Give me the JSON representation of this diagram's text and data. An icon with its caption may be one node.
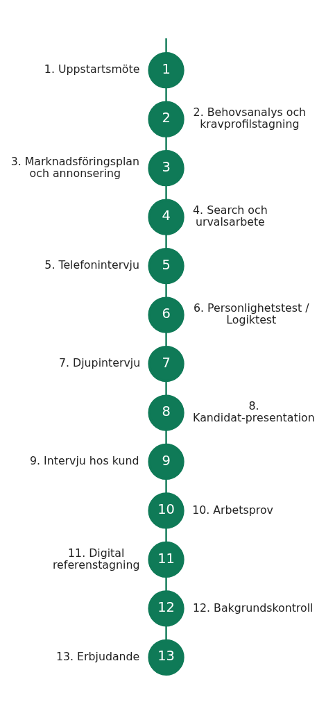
{
  "diagram": {
    "nodes": [
      {
        "text": [
          "1"
        ],
        "beside": [
          "1. Uppstartsmöte"
        ]
      },
      {
        "text": [
          "2"
        ],
        "beside": [
          "2. Behovsanalys och kravprofilstagning"
        ]
      },
      {
        "text": [
          "3"
        ],
        "beside": [
          "3. Marknadsföringsplan och annonsering"
        ]
      },
      {
        "text": [
          "4"
        ],
        "beside": [
          "4. Search och urvalsarbete"
        ]
      },
      {
        "text": [
          "5"
        ],
        "beside": [
          "5. Telefonintervju"
        ]
      },
      {
        "text": [
          "6"
        ],
        "beside": [
          "6. Personlighetstest / Logiktest"
        ]
      },
      {
        "text": [
          "7"
        ],
        "beside": [
          "7. Djupintervju"
        ]
      },
      {
        "text": [
          "8"
        ],
        "beside": [
          "8. Kandidat-presentation"
        ]
      },
      {
        "text": [
          "9"
        ],
        "beside": [
          "9. Intervju hos kund"
        ]
      },
      {
        "text": [
          "10"
        ],
        "beside": [
          "10. Arbetsprov"
        ]
      },
      {
        "text": [
          "11"
        ],
        "beside": [
          "11. Digital referenstagning"
        ]
      },
      {
        "text": [
          "12"
        ],
        "beside": [
          "12. Bakgrundskontroll"
        ]
      },
      {
        "text": [
          "13"
        ],
        "beside": [
          "13. Erbjudande"
        ]
      }
    ],
    "edges": [
      {
        "from": null,
        "to": 0,
        "arrow": "none"
      },
      {
        "from": 0,
        "to": 1,
        "arrow": "none"
      },
      {
        "from": 1,
        "to": 2,
        "arrow": "none"
      },
      {
        "from": 2,
        "to": 3,
        "arrow": "none"
      },
      {
        "from": 3,
        "to": 4,
        "arrow": "none"
      },
      {
        "from": 4,
        "to": 5,
        "arrow": "none"
      },
      {
        "from": 5,
        "to": 6,
        "arrow": "none"
      },
      {
        "from": 6,
        "to": 7,
        "arrow": "none"
      },
      {
        "from": 7,
        "to": 8,
        "arrow": "none"
      },
      {
        "from": 8,
        "to": 9,
        "arrow": "none"
      },
      {
        "from": 9,
        "to": 10,
        "arrow": "none"
      },
      {
        "from": 10,
        "to": 11,
        "arrow": "none"
      },
      {
        "from": 11,
        "to": 12,
        "arrow": "none"
      }
    ]
  }
}
